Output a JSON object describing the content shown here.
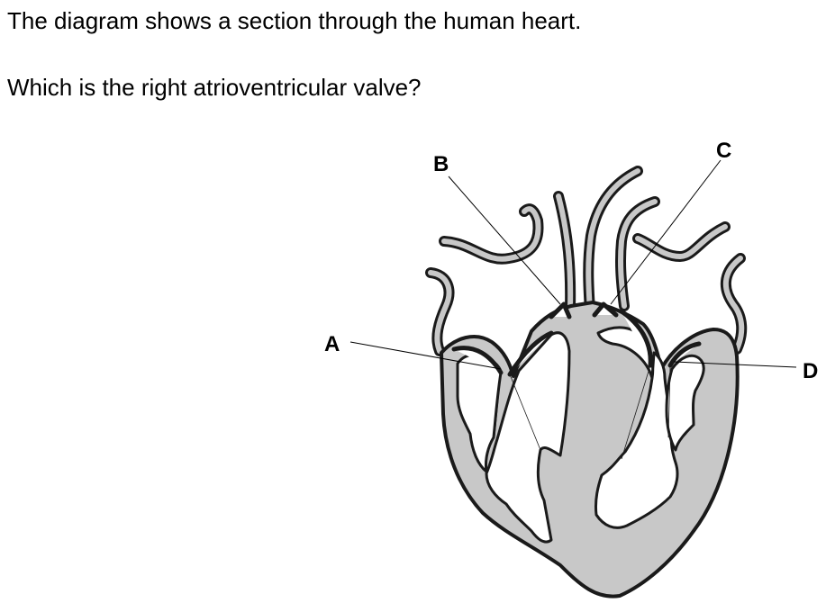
{
  "question": {
    "line1": "The diagram shows a section through the human heart.",
    "line2": "Which is the right atrioventricular valve?"
  },
  "diagram": {
    "labels": {
      "a": "A",
      "b": "B",
      "c": "C",
      "d": "D"
    }
  }
}
